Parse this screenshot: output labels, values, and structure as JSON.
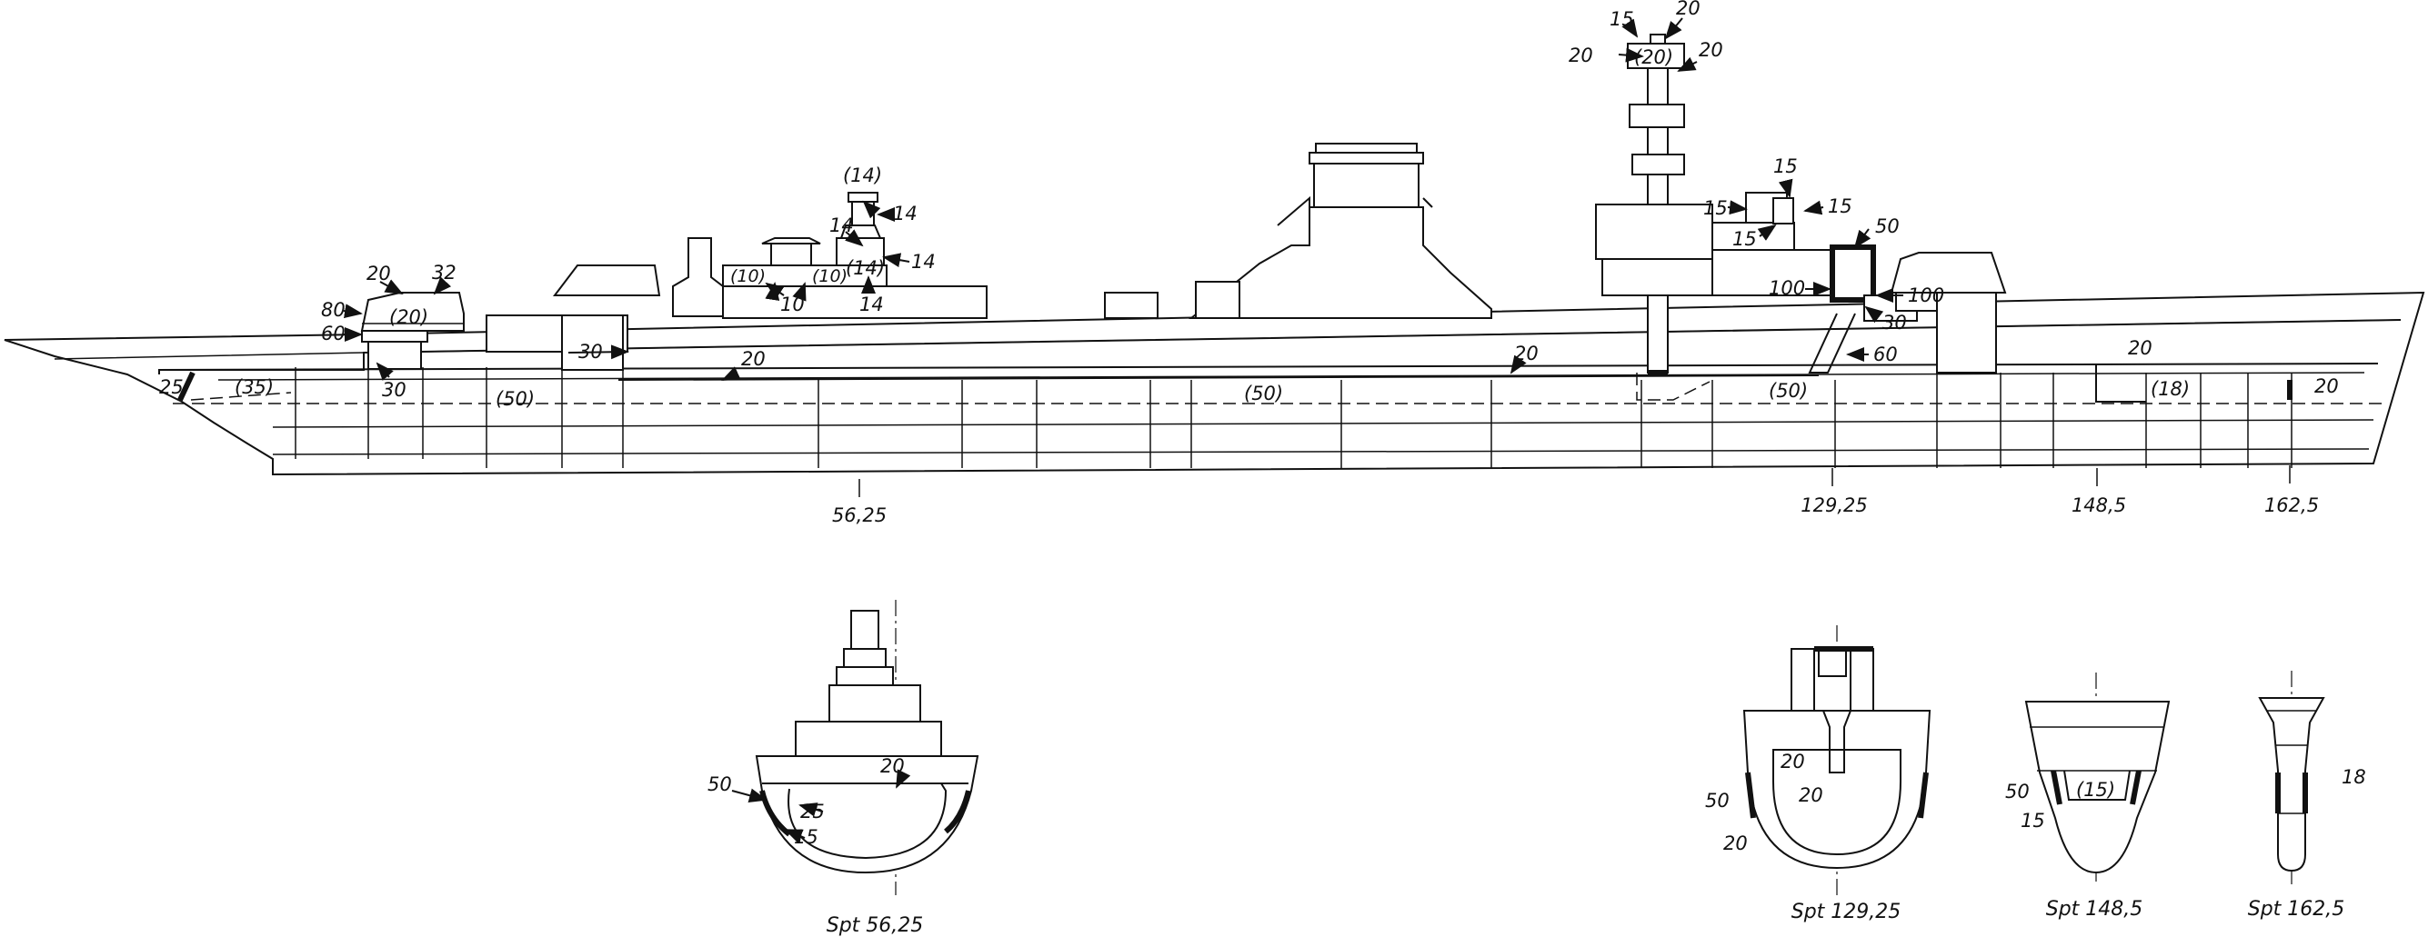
{
  "profile": {
    "armor_labels": {
      "turret_a_roof": "(20)",
      "turret_a_top_left": "20",
      "turret_a_top_right": "32",
      "turret_a_face": "80",
      "turret_a_base": "60",
      "barbette_a": "30",
      "barbette_b": "30",
      "bow_belt": "25",
      "fwd_belt": "(35)",
      "main_belt_fwd": "(50)",
      "main_belt_mid": "(50)",
      "main_belt_aft": "(50)",
      "deck_fwd": "20",
      "deck_mid": "20",
      "bridge_top": "(14)",
      "bridge_r1": "14",
      "bridge_l1": "14",
      "bridge_r2": "14",
      "bridge_box": "(14)",
      "bridge_low": "14",
      "dir_left": "(10)",
      "dir_right": "(10)",
      "dir_arrow": "10",
      "mast_top_15": "15",
      "mast_top_20a": "20",
      "mast_box": "(20)",
      "mast_left_20": "20",
      "mast_right_20": "20",
      "aft_dir_15a": "15",
      "aft_dir_15b": "15",
      "aft_dir_15c": "15",
      "aft_dir_15d": "15",
      "aft_tower_50": "50",
      "aft_tower_100a": "100",
      "aft_tower_100b": "100",
      "aft_tower_30": "30",
      "aft_tube_60": "60",
      "aft_deck_20": "20",
      "stern_belt": "(18)",
      "stern_20": "20"
    },
    "frame_stations": [
      "56,25",
      "129,25",
      "148,5",
      "162,5"
    ]
  },
  "sections": [
    {
      "caption": "Spt  56,25",
      "labels": {
        "deck": "20",
        "belt": "50",
        "slope": "25",
        "bottom": "15"
      }
    },
    {
      "caption": "Spt  129,25",
      "labels": {
        "upper": "20",
        "lower": "20",
        "belt": "50",
        "bottom": "20"
      }
    },
    {
      "caption": "Spt  148,5",
      "labels": {
        "belt": "50",
        "box": "(15)",
        "bottom": "15"
      }
    },
    {
      "caption": "Spt  162,5",
      "labels": {
        "belt": "18"
      }
    }
  ]
}
